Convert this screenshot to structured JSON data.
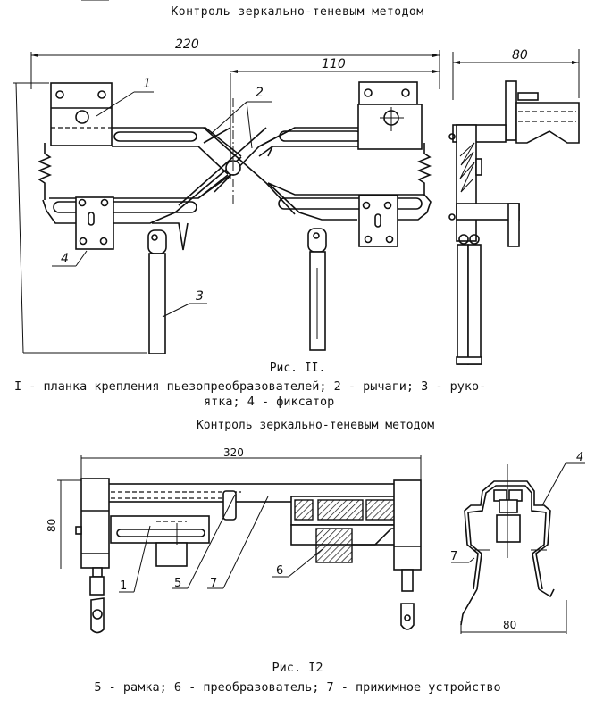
{
  "page": {
    "section_title_top": "Контроль зеркально-теневым методом",
    "section_title_middle": "Контроль зеркально-теневым методом"
  },
  "figure_11": {
    "caption": "Рис. II.",
    "legend_line1": "I - планка крепления пьезопреобразователей; 2 - рычаги; 3 - руко-",
    "legend_line2": "ятка; 4 - фиксатор",
    "dimensions": {
      "overall_width": "220",
      "half_width": "110",
      "side_view_width": "80"
    },
    "callouts": [
      "1",
      "2",
      "3",
      "4"
    ],
    "parts": [
      {
        "number": "1",
        "name": "планка крепления пьезопреобразователей"
      },
      {
        "number": "2",
        "name": "рычаги"
      },
      {
        "number": "3",
        "name": "рукоятка"
      },
      {
        "number": "4",
        "name": "фиксатор"
      }
    ]
  },
  "figure_12": {
    "caption": "Рис. I2",
    "legend": "5 - рамка; 6 - преобразователь; 7 - прижимное устройство",
    "dimensions": {
      "overall_width": "320",
      "height": "80",
      "side_view_width": "80"
    },
    "callouts": [
      "1",
      "5",
      "7",
      "6",
      "4",
      "7"
    ],
    "parts": [
      {
        "number": "5",
        "name": "рамка"
      },
      {
        "number": "6",
        "name": "преобразователь"
      },
      {
        "number": "7",
        "name": "прижимное устройство"
      }
    ]
  }
}
